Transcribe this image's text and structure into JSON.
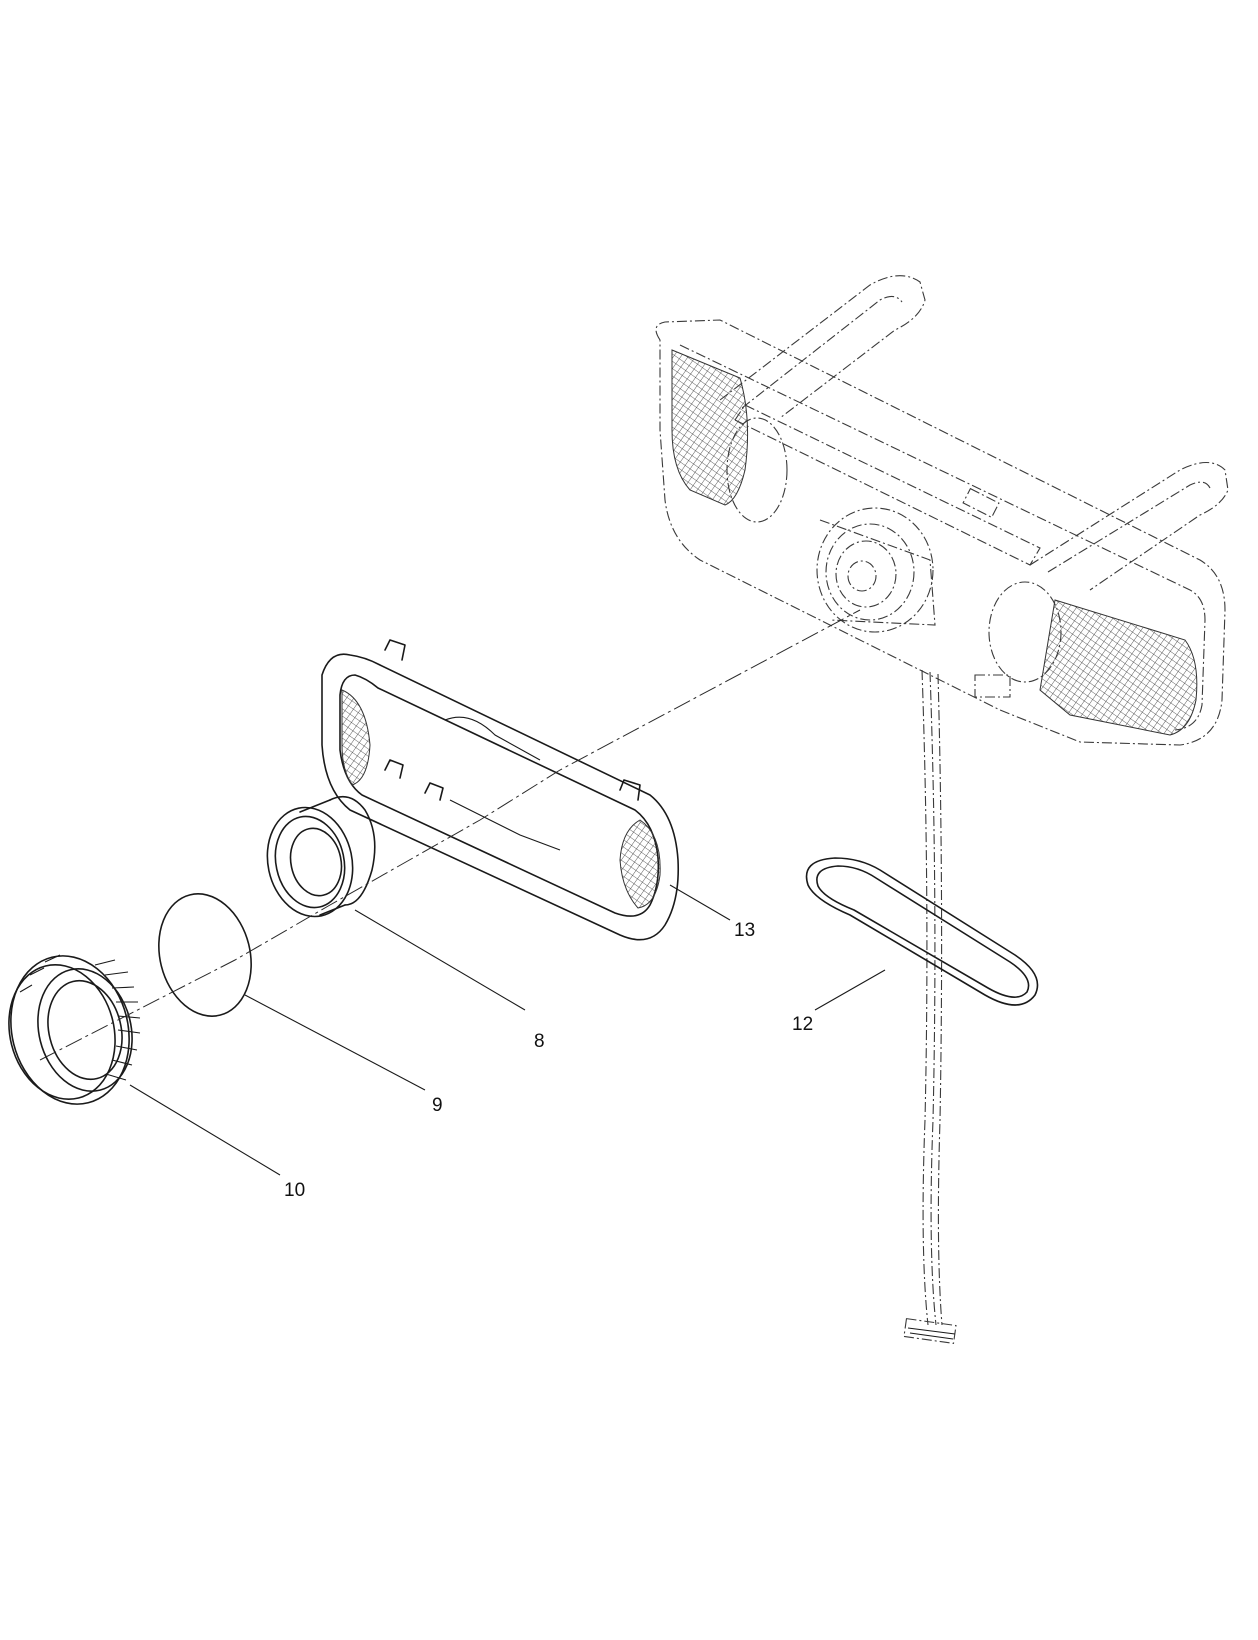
{
  "callouts": {
    "part_13": "13",
    "part_8": "8",
    "part_9": "9",
    "part_10": "10",
    "part_12": "12"
  },
  "colors": {
    "line": "#1a1a1a",
    "background": "#ffffff"
  }
}
